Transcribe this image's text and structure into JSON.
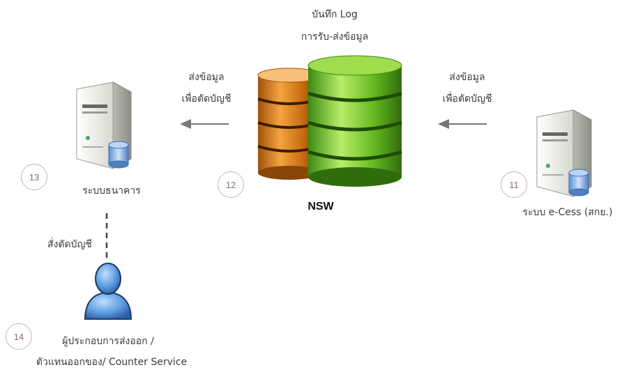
{
  "nsw": {
    "label": "NSW",
    "log_line1": "บันทึก Log",
    "log_line2": "การรับ-ส่งข้อมูล"
  },
  "arrow_right": {
    "line1": "ส่งข้อมูล",
    "line2": "เพื่อตัดบัญชี"
  },
  "arrow_left": {
    "line1": "ส่งข้อมูล",
    "line2": "เพื่อตัดบัญชี"
  },
  "bank": {
    "label": "ระบบธนาคาร"
  },
  "ecess": {
    "label": "ระบบ e-Cess (สกย.)"
  },
  "debit": {
    "label": "สั่งตัดบัญชี"
  },
  "user": {
    "line1": "ผู้ประกอบการส่งออก /",
    "line2": "ตัวแทนออกของ/ Counter Service"
  },
  "steps": [
    "13",
    "12",
    "11",
    "14"
  ]
}
